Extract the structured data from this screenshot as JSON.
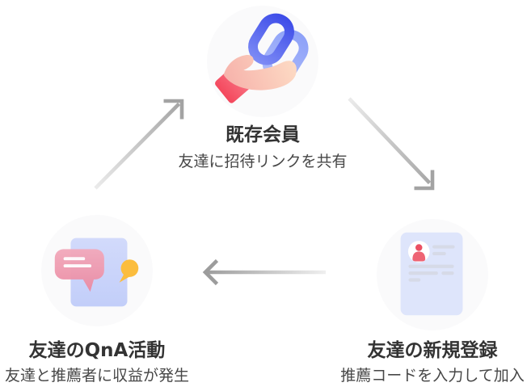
{
  "diagram": {
    "type": "cycle",
    "background": "#ffffff",
    "nodes": [
      {
        "id": "existing-member",
        "position": "top",
        "icon": "hand-holding-link-icon",
        "title": "既存会員",
        "subtitle": "友達に招待リンクを共有"
      },
      {
        "id": "friend-registration",
        "position": "bottom-right",
        "icon": "registration-form-icon",
        "title": "友達の新規登録",
        "subtitle": "推薦コードを入力して加入"
      },
      {
        "id": "friend-qna",
        "position": "bottom-left",
        "icon": "chat-document-icon",
        "title": "友達のQnA活動",
        "subtitle": "友達と推薦者に収益が発生"
      }
    ],
    "arrows": [
      {
        "from": "existing-member",
        "to": "friend-registration",
        "direction": "down-right"
      },
      {
        "from": "friend-registration",
        "to": "friend-qna",
        "direction": "left"
      },
      {
        "from": "friend-qna",
        "to": "existing-member",
        "direction": "up-right"
      }
    ],
    "colors": {
      "arrow_tail": "#ebebeb",
      "arrow_head": "#a3a3a3",
      "circle_bg": "#fafafb",
      "title_text": "#333333",
      "subtitle_text": "#474747",
      "link_blue": "#4150E9",
      "link_periwinkle": "#8FA0F8",
      "hand_peach": "#FDDCC5",
      "hand_pink": "#F6AFA9",
      "sleeve_red": "#F43E53",
      "doc_gradient_top": "#D2DAFB",
      "doc_gradient_bottom": "#C2CEF9",
      "bubble_pink": "#EF9DB0",
      "bubble_yellow": "#FBBD3E",
      "form_lavender": "#DEE5FB",
      "person_red": "#EC5565",
      "form_line_gray": "#D6DAE7"
    }
  }
}
